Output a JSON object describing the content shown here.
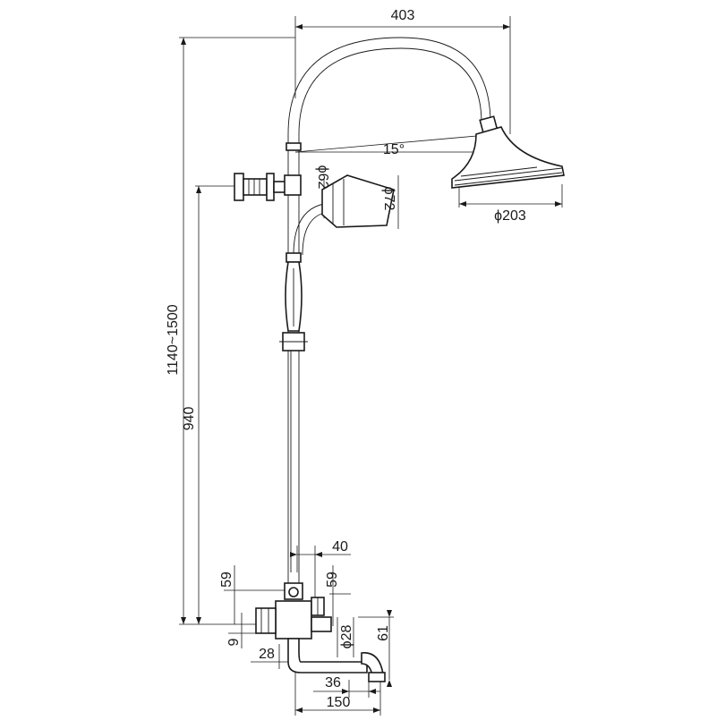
{
  "dimensions": {
    "top_width": "403",
    "angle": "15°",
    "shower_head_diameter": "ϕ203",
    "hand_shower_inner_diameter": "ϕ62",
    "hand_shower_outer_diameter": "ϕ72",
    "total_height": "1140~1500",
    "holder_height": "940",
    "spout_offset": "40",
    "outlet_height_right": "59",
    "outlet_height_left": "59",
    "inlet_offset": "9",
    "mixer_diameter": "ϕ28",
    "spout_height": "61",
    "spout_depth": "28",
    "spout_outlet": "36",
    "spout_length": "150"
  }
}
